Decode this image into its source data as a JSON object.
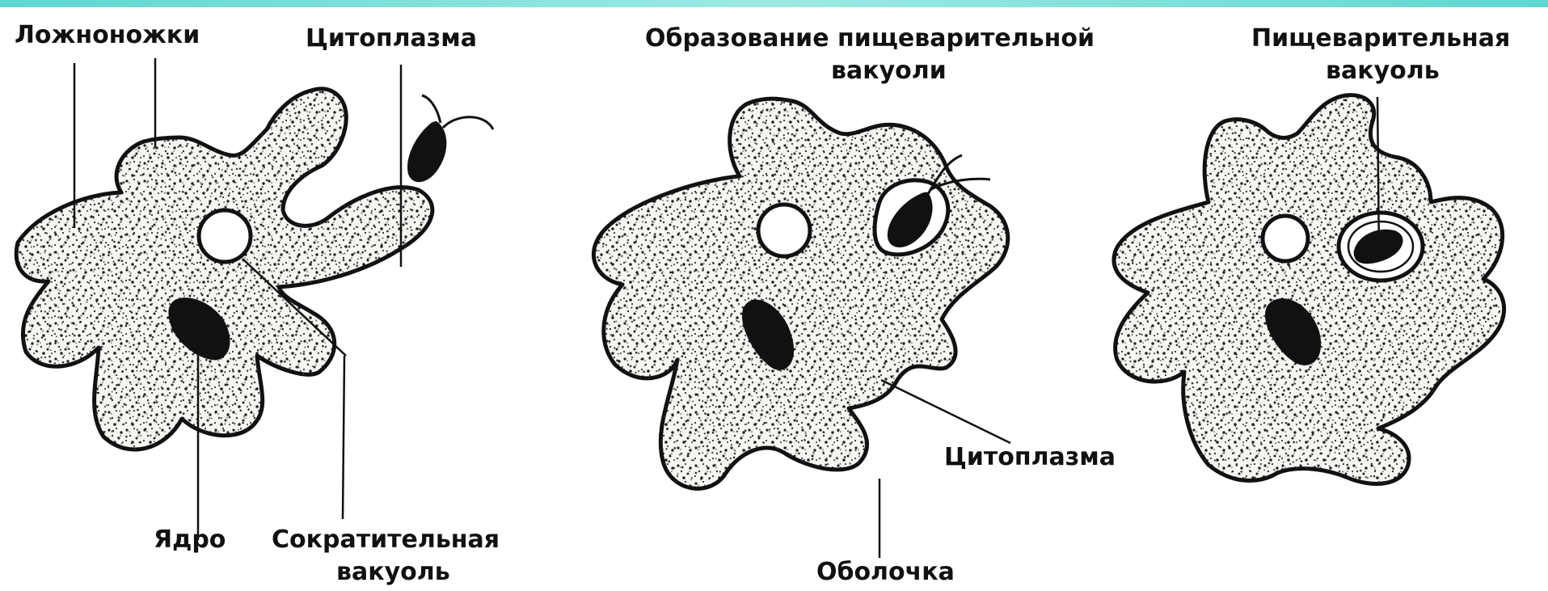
{
  "colors": {
    "accent_bar": [
      "#5fd7d0",
      "#b7f2ee"
    ],
    "ink": "#111111",
    "cell_fill": "#f4f4f2",
    "vacuole_fill": "#ffffff"
  },
  "figures": [
    {
      "labels": {
        "pseudopods": "Ложноножки",
        "cytoplasm": "Цитоплазма",
        "nucleus": "Ядро",
        "contractile_vacuole_1": "Сократительная",
        "contractile_vacuole_2": "вакуоль"
      }
    },
    {
      "labels": {
        "food_vacuole_formation_1": "Образование пищеварительной",
        "food_vacuole_formation_2": "вакуоли",
        "cytoplasm": "Цитоплазма",
        "membrane": "Оболочка"
      }
    },
    {
      "labels": {
        "food_vacuole_1": "Пищеварительная",
        "food_vacuole_2": "вакуоль"
      }
    }
  ]
}
